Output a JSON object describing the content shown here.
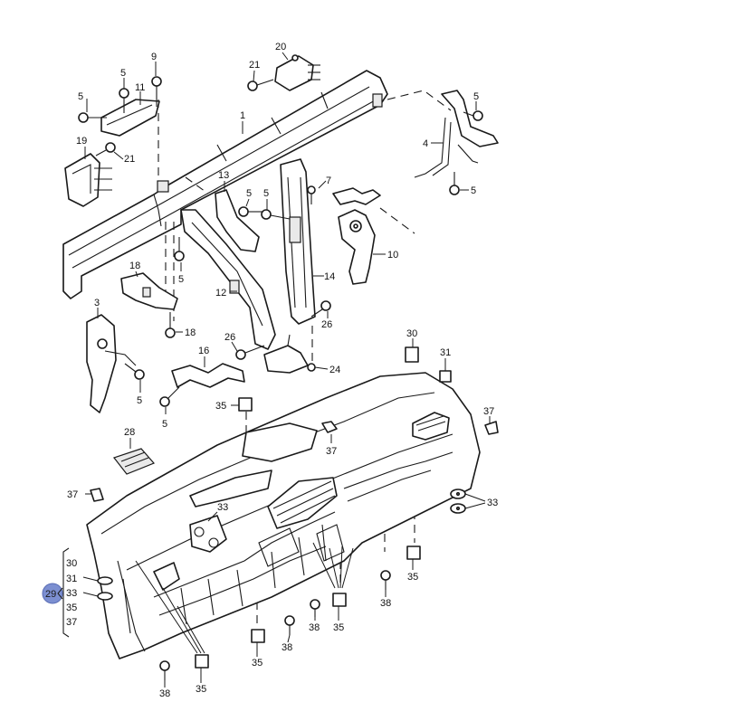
{
  "callouts": [
    {
      "id": "c9",
      "text": "9"
    },
    {
      "id": "c11",
      "text": "11"
    },
    {
      "id": "c5a",
      "text": "5"
    },
    {
      "id": "c5b",
      "text": "5"
    },
    {
      "id": "c19",
      "text": "19"
    },
    {
      "id": "c21a",
      "text": "21"
    },
    {
      "id": "c20",
      "text": "20"
    },
    {
      "id": "c21b",
      "text": "21"
    },
    {
      "id": "c1",
      "text": "1"
    },
    {
      "id": "c5c",
      "text": "5"
    },
    {
      "id": "c4",
      "text": "4"
    },
    {
      "id": "c5d",
      "text": "5"
    },
    {
      "id": "c13",
      "text": "13"
    },
    {
      "id": "c5e",
      "text": "5"
    },
    {
      "id": "c5f",
      "text": "5"
    },
    {
      "id": "c7",
      "text": "7"
    },
    {
      "id": "c10",
      "text": "10"
    },
    {
      "id": "c14",
      "text": "14"
    },
    {
      "id": "c18a",
      "text": "18"
    },
    {
      "id": "c5g",
      "text": "5"
    },
    {
      "id": "c12",
      "text": "12"
    },
    {
      "id": "c3",
      "text": "3"
    },
    {
      "id": "c18b",
      "text": "18"
    },
    {
      "id": "c26a",
      "text": "26"
    },
    {
      "id": "c26b",
      "text": "26"
    },
    {
      "id": "c16",
      "text": "16"
    },
    {
      "id": "c24",
      "text": "24"
    },
    {
      "id": "c5h",
      "text": "5"
    },
    {
      "id": "c5i",
      "text": "5"
    },
    {
      "id": "c30",
      "text": "30"
    },
    {
      "id": "c31",
      "text": "31"
    },
    {
      "id": "c35a",
      "text": "35"
    },
    {
      "id": "c37a",
      "text": "37"
    },
    {
      "id": "c28",
      "text": "28"
    },
    {
      "id": "c37b",
      "text": "37"
    },
    {
      "id": "c37c",
      "text": "37"
    },
    {
      "id": "c33a",
      "text": "33"
    },
    {
      "id": "c33b",
      "text": "33"
    },
    {
      "id": "c35b",
      "text": "35"
    },
    {
      "id": "c38a",
      "text": "38"
    },
    {
      "id": "c38b",
      "text": "38"
    },
    {
      "id": "c35c",
      "text": "35"
    },
    {
      "id": "c38c",
      "text": "38"
    },
    {
      "id": "c35d",
      "text": "35"
    },
    {
      "id": "c38d",
      "text": "38"
    },
    {
      "id": "c35e",
      "text": "35"
    }
  ],
  "group_29": {
    "badge": "29",
    "items": [
      "30",
      "31",
      "33",
      "35",
      "37"
    ]
  },
  "colors": {
    "badge_fill": "#7c8fd1",
    "line": "#1a1a1a"
  }
}
